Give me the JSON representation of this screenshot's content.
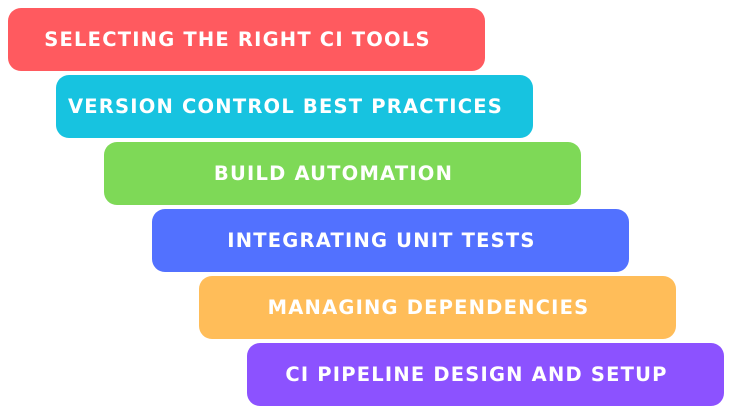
{
  "steps": [
    {
      "label": "SELECTING THE RIGHT CI TOOLS",
      "color": "#FF5A5F"
    },
    {
      "label": "VERSION CONTROL BEST PRACTICES",
      "color": "#17C3E0"
    },
    {
      "label": "BUILD AUTOMATION",
      "color": "#7ED957"
    },
    {
      "label": "INTEGRATING UNIT TESTS",
      "color": "#5271FF"
    },
    {
      "label": "MANAGING DEPENDENCIES",
      "color": "#FFBD59"
    },
    {
      "label": "CI PIPELINE DESIGN AND SETUP",
      "color": "#8C52FF"
    }
  ]
}
